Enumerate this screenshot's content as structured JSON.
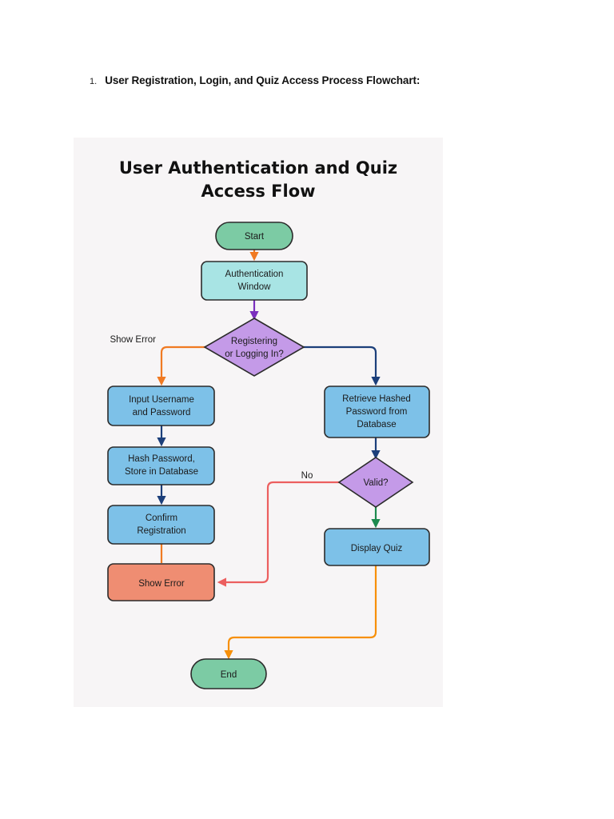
{
  "document": {
    "list_number": "1.",
    "heading": "User Registration, Login, and Quiz Access Process Flowchart:"
  },
  "chart_data": {
    "type": "diagram",
    "diagram_kind": "flowchart",
    "title_line_1": "User Authentication and Quiz",
    "title_line_2": "Access Flow",
    "background": "#f7f5f6",
    "nodes": [
      {
        "id": "start",
        "label": "Start",
        "shape": "terminator",
        "fill": "#7ccba4",
        "stroke": "#2b2b2b"
      },
      {
        "id": "auth_window",
        "label_line_1": "Authentication",
        "label_line_2": "Window",
        "shape": "process",
        "fill": "#a8e4e4",
        "stroke": "#2b2b2b"
      },
      {
        "id": "decision_reg_login",
        "label_line_1": "Registering",
        "label_line_2": "or Logging In?",
        "shape": "decision",
        "fill": "#c49ae8",
        "stroke": "#2b2b2b"
      },
      {
        "id": "input_user_pass",
        "label_line_1": "Input Username",
        "label_line_2": "and Password",
        "shape": "process",
        "fill": "#7dc1e8",
        "stroke": "#2b2b2b"
      },
      {
        "id": "hash_password",
        "label_line_1": "Hash Password,",
        "label_line_2": "Store in Database",
        "shape": "process",
        "fill": "#7dc1e8",
        "stroke": "#2b2b2b"
      },
      {
        "id": "confirm_registration",
        "label_line_1": "Confirm",
        "label_line_2": "Registration",
        "shape": "process",
        "fill": "#7dc1e8",
        "stroke": "#2b2b2b"
      },
      {
        "id": "show_error",
        "label": "Show Error",
        "shape": "process",
        "fill": "#ef8d72",
        "stroke": "#2b2b2b"
      },
      {
        "id": "retrieve_hash",
        "label_line_1": "Retrieve Hashed",
        "label_line_2": "Password from",
        "label_line_3": "Database",
        "shape": "process",
        "fill": "#7dc1e8",
        "stroke": "#2b2b2b"
      },
      {
        "id": "decision_valid",
        "label": "Valid?",
        "shape": "decision",
        "fill": "#c49ae8",
        "stroke": "#2b2b2b"
      },
      {
        "id": "display_quiz",
        "label": "Display Quiz",
        "shape": "process",
        "fill": "#7dc1e8",
        "stroke": "#2b2b2b"
      },
      {
        "id": "end",
        "label": "End",
        "shape": "terminator",
        "fill": "#7ccba4",
        "stroke": "#2b2b2b"
      }
    ],
    "edges": [
      {
        "id": "e1",
        "from": "start",
        "to": "auth_window",
        "label": "",
        "color": "#f07a22"
      },
      {
        "id": "e2",
        "from": "auth_window",
        "to": "decision_reg_login",
        "label": "",
        "color": "#7b2fbe"
      },
      {
        "id": "e3",
        "from": "decision_reg_login",
        "to": "input_user_pass",
        "label": "Show Error",
        "color": "#f07a22"
      },
      {
        "id": "e4",
        "from": "decision_reg_login",
        "to": "retrieve_hash",
        "label": "",
        "color": "#1c3f7a"
      },
      {
        "id": "e5",
        "from": "input_user_pass",
        "to": "hash_password",
        "label": "",
        "color": "#1c3f7a"
      },
      {
        "id": "e6",
        "from": "hash_password",
        "to": "confirm_registration",
        "label": "",
        "color": "#1c3f7a"
      },
      {
        "id": "e7",
        "from": "confirm_registration",
        "to": "show_error",
        "label": "",
        "color": "#f07a22"
      },
      {
        "id": "e8",
        "from": "retrieve_hash",
        "to": "decision_valid",
        "label": "",
        "color": "#1c3f7a"
      },
      {
        "id": "e9",
        "from": "decision_valid",
        "to": "show_error",
        "label": "No",
        "color": "#ec5f5f"
      },
      {
        "id": "e10",
        "from": "decision_valid",
        "to": "display_quiz",
        "label": "",
        "color": "#1d8a4e"
      },
      {
        "id": "e11",
        "from": "display_quiz",
        "to": "end",
        "label": "",
        "color": "#f79009"
      }
    ]
  }
}
